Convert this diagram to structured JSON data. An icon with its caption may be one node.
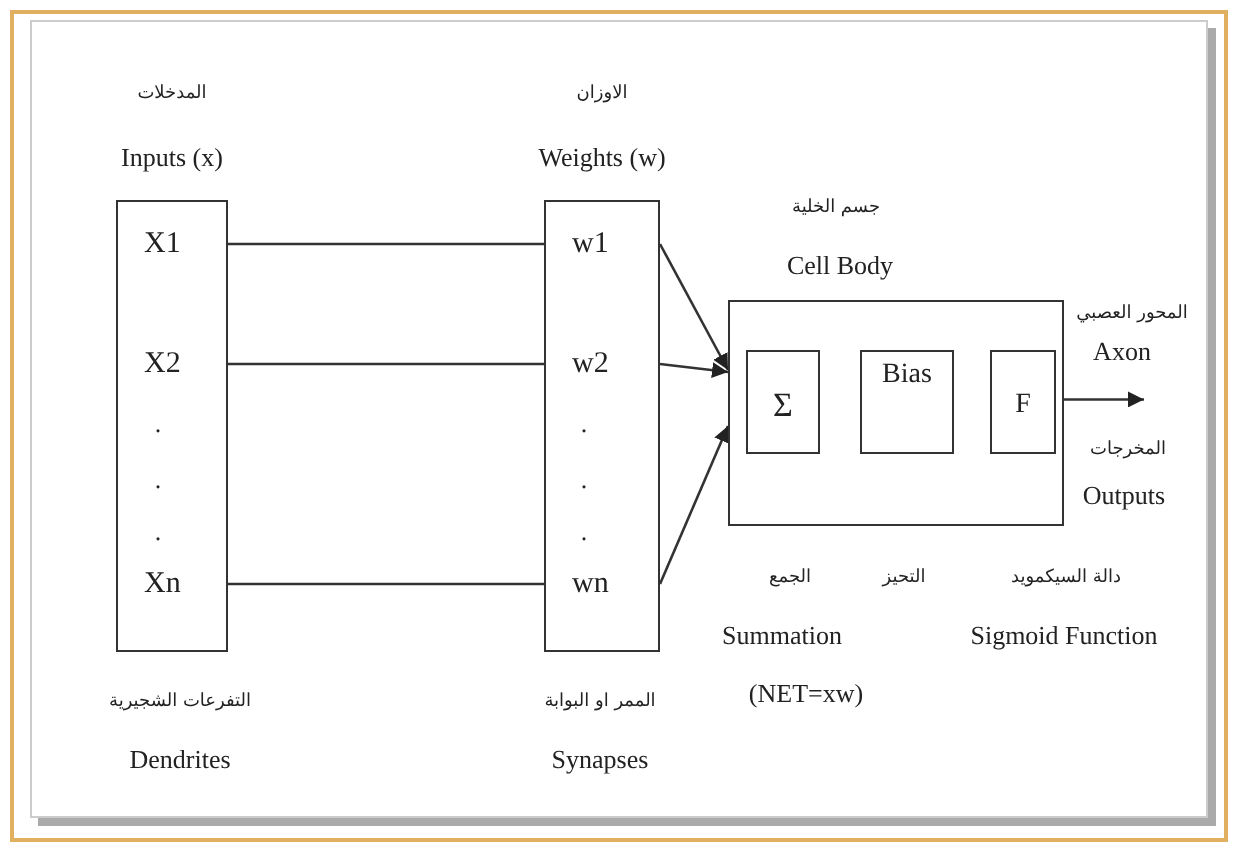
{
  "diagram": {
    "nodes": [
      {
        "text": [
          "المدخلات",
          "Inputs (x)"
        ]
      },
      {
        "text": [
          "X1"
        ],
        "in": 0
      },
      {
        "text": [
          "X2"
        ],
        "in": 0
      },
      {
        "text": [
          "Xn"
        ],
        "in": 0
      },
      {
        "text": [
          "الاوزان",
          "Weights (w)"
        ]
      },
      {
        "text": [
          "w1"
        ],
        "in": 4
      },
      {
        "text": [
          "w2"
        ],
        "in": 4
      },
      {
        "text": [
          "wn"
        ],
        "in": 4
      },
      {
        "text": [
          "جسم الخلية",
          "Cell Body"
        ]
      },
      {
        "text": [
          "Σ"
        ],
        "in": 8
      },
      {
        "text": [
          "Bias"
        ],
        "in": 8
      },
      {
        "text": [
          "F"
        ],
        "in": 8
      }
    ],
    "edges": [
      {
        "from": 1,
        "to": 5,
        "arrow": "none"
      },
      {
        "from": 2,
        "to": 6,
        "arrow": "none"
      },
      {
        "from": 3,
        "to": 7,
        "arrow": "none"
      },
      {
        "from": 5,
        "to": 8,
        "arrow": "to"
      },
      {
        "from": 6,
        "to": 8,
        "arrow": "to"
      },
      {
        "from": 7,
        "to": 8,
        "arrow": "to"
      },
      {
        "from": 8,
        "to": null,
        "arrow": "to"
      }
    ],
    "labels": [
      ".",
      ".",
      ".",
      ".",
      ".",
      ".",
      "المحور العصبي",
      "Axon",
      "المخرجات",
      "Outputs",
      "الجمع",
      "التحيز",
      "دالة السيكمويد",
      "Summation",
      "Sigmoid Function",
      "التفرعات الشجيرية",
      "الممر او البوابة",
      "(NET=xw)",
      "Dendrites",
      "Synapses"
    ]
  }
}
